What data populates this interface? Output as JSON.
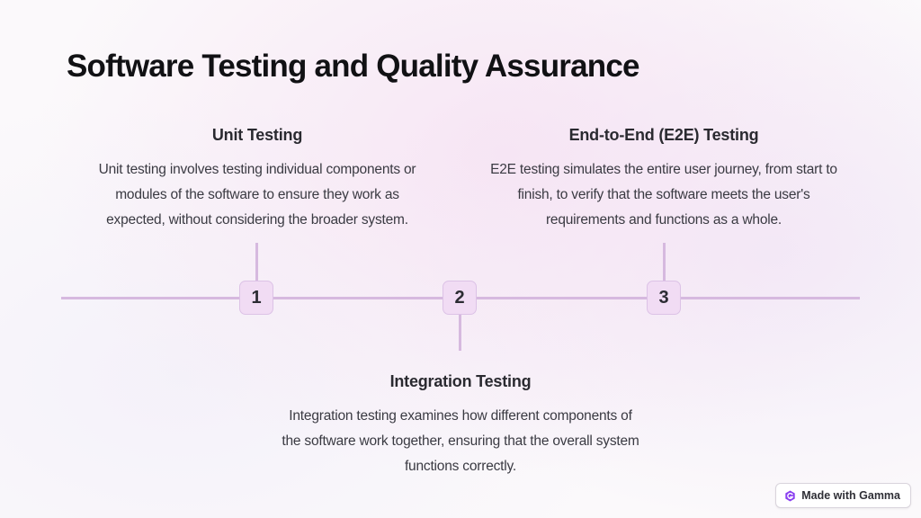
{
  "title": "Software Testing and Quality Assurance",
  "steps": [
    {
      "number": "1",
      "title": "Unit Testing",
      "description": "Unit testing involves testing individual components or modules of the software to ensure they work as expected, without considering the broader system."
    },
    {
      "number": "2",
      "title": "Integration Testing",
      "description": "Integration testing examines how different components of the software work together, ensuring that the overall system functions correctly."
    },
    {
      "number": "3",
      "title": "End-to-End (E2E) Testing",
      "description": "E2E testing simulates the entire user journey, from start to finish, to verify that the software meets the user's requirements and functions as a whole."
    }
  ],
  "badge": {
    "label": "Made with Gamma",
    "icon": "gamma-logo-icon"
  },
  "colors": {
    "timeline": "#d6b9df",
    "marker_fill": "#f1dcf4",
    "title_text": "#111114",
    "badge_icon": "#8a3ff0"
  }
}
